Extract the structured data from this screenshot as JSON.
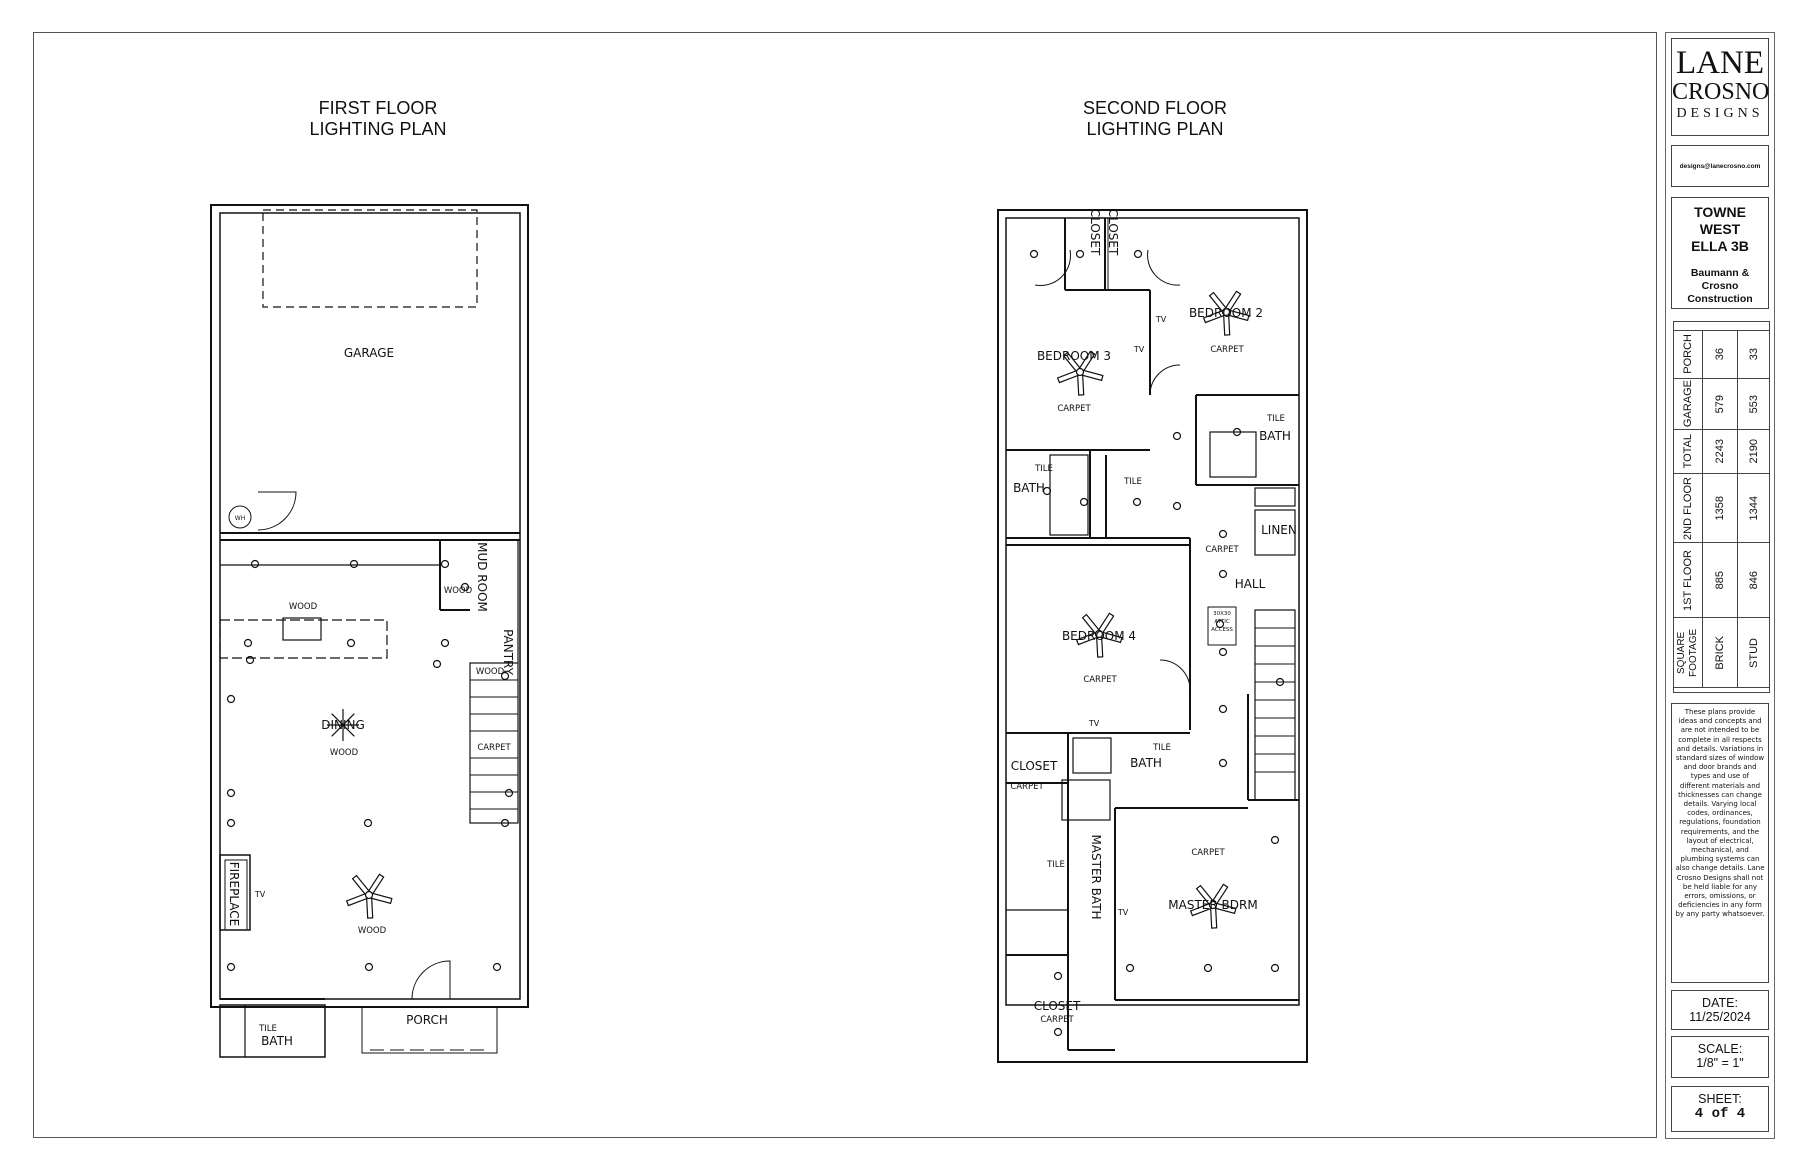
{
  "first_floor": {
    "title_line1": "FIRST FLOOR",
    "title_line2": "LIGHTING PLAN",
    "rooms": {
      "garage": "GARAGE",
      "wh": "WH",
      "mud_room": "MUD ROOM",
      "pantry": "PANTRY",
      "dining": "DINING",
      "fireplace": "FIREPLACE",
      "porch": "PORCH",
      "bath": "BATH"
    },
    "floor_tags": {
      "kitchen": "WOOD",
      "mud_room": "WOOD",
      "pantry": "WOOD",
      "dining": "WOOD",
      "living": "WOOD",
      "stairs": "CARPET",
      "bath": "TILE"
    },
    "tv": "TV"
  },
  "second_floor": {
    "title_line1": "SECOND FLOOR",
    "title_line2": "LIGHTING PLAN",
    "rooms": {
      "closet_a": "CLOSET",
      "closet_b": "CLOSET",
      "bedroom2": "BEDROOM 2",
      "bedroom3": "BEDROOM 3",
      "bath_right": "BATH",
      "bath_left": "BATH",
      "linen": "LINEN",
      "hall": "HALL",
      "attic": "30X30 ATTIC ACCESS",
      "bedroom4": "BEDROOM 4",
      "closet_c": "CLOSET",
      "bath_mid": "BATH",
      "master_bath": "MASTER BATH",
      "master_bdrm": "MASTER BDRM",
      "closet_d": "CLOSET"
    },
    "floor_tags": {
      "bedroom2": "CARPET",
      "bedroom3": "CARPET",
      "bath_right": "TILE",
      "bath_left": "TILE",
      "bath_center": "TILE",
      "hall": "CARPET",
      "bedroom4": "CARPET",
      "closet_c": "CARPET",
      "bath_mid": "TILE",
      "master_bath": "TILE",
      "master_bdrm": "CARPET",
      "closet_d": "CARPET"
    },
    "tv": "TV"
  },
  "title_block": {
    "logo": {
      "line1": "LANE",
      "line2": "CROSNO",
      "line3": "DESIGNS"
    },
    "email": "designs@lanecrosno.com",
    "project": {
      "line1": "TOWNE",
      "line2": "WEST",
      "line3": "ELLA 3B"
    },
    "builder": {
      "line1": "Baumann &",
      "line2": "Crosno",
      "line3": "Construction"
    },
    "square_footage": {
      "header": {
        "label": "SQUARE FOOTAGE",
        "col1": "BRICK",
        "col2": "STUD"
      },
      "rows": [
        {
          "label": "PORCH",
          "brick": "36",
          "stud": "33"
        },
        {
          "label": "GARAGE",
          "brick": "579",
          "stud": "553"
        },
        {
          "label": "TOTAL",
          "brick": "2243",
          "stud": "2190"
        },
        {
          "label": "2ND FLOOR",
          "brick": "1358",
          "stud": "1344"
        },
        {
          "label": "1ST FLOOR",
          "brick": "885",
          "stud": "846"
        }
      ]
    },
    "disclaimer": "These plans provide ideas and concepts and are not intended to be complete in all respects and details. Variations in standard sizes of window and door brands and types and use of different materials and thicknesses can change details. Varying local codes, ordinances, regulations, foundation requirements, and the layout of electrical, mechanical, and plumbing systems can also change details. Lane Crosno Designs shall not be held liable for any errors, omissions, or deficiencies in any form by any party whatsoever.",
    "date_label": "DATE:",
    "date": "11/25/2024",
    "scale_label": "SCALE:",
    "scale": "1/8\" = 1\"",
    "sheet_label": "SHEET:",
    "sheet": "4 of 4"
  }
}
